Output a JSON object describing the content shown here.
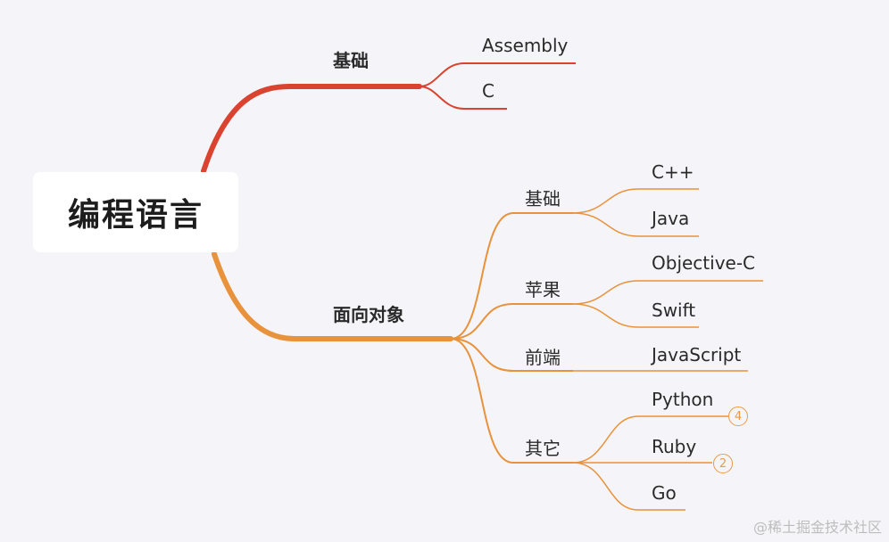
{
  "root": {
    "label": "编程语言"
  },
  "branches": [
    {
      "label": "基础",
      "color": "#d9432f",
      "children": [
        {
          "label": "Assembly"
        },
        {
          "label": "C"
        }
      ]
    },
    {
      "label": "面向对象",
      "color": "#e8923b",
      "children": [
        {
          "label": "基础",
          "children": [
            {
              "label": "C++"
            },
            {
              "label": "Java"
            }
          ]
        },
        {
          "label": "苹果",
          "children": [
            {
              "label": "Objective-C"
            },
            {
              "label": "Swift"
            }
          ]
        },
        {
          "label": "前端",
          "children": [
            {
              "label": "JavaScript"
            }
          ]
        },
        {
          "label": "其它",
          "children": [
            {
              "label": "Python",
              "badge": "4"
            },
            {
              "label": "Ruby",
              "badge": "2"
            },
            {
              "label": "Go"
            }
          ]
        }
      ]
    }
  ],
  "watermark": "@稀土掘金技术社区"
}
